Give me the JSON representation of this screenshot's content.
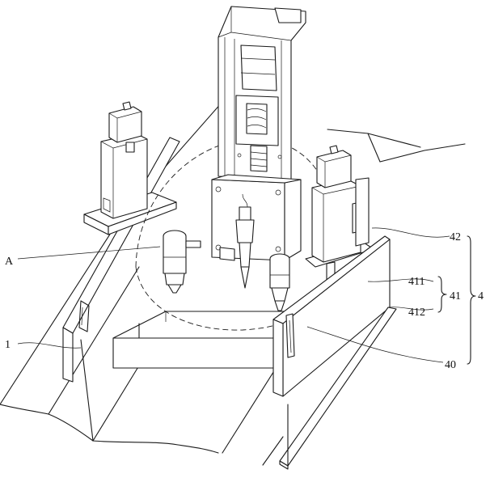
{
  "labels": {
    "a": "A",
    "one": "1",
    "l42": "42",
    "l411": "411",
    "l41": "41",
    "l412": "412",
    "l4": "4",
    "l40": "40"
  }
}
